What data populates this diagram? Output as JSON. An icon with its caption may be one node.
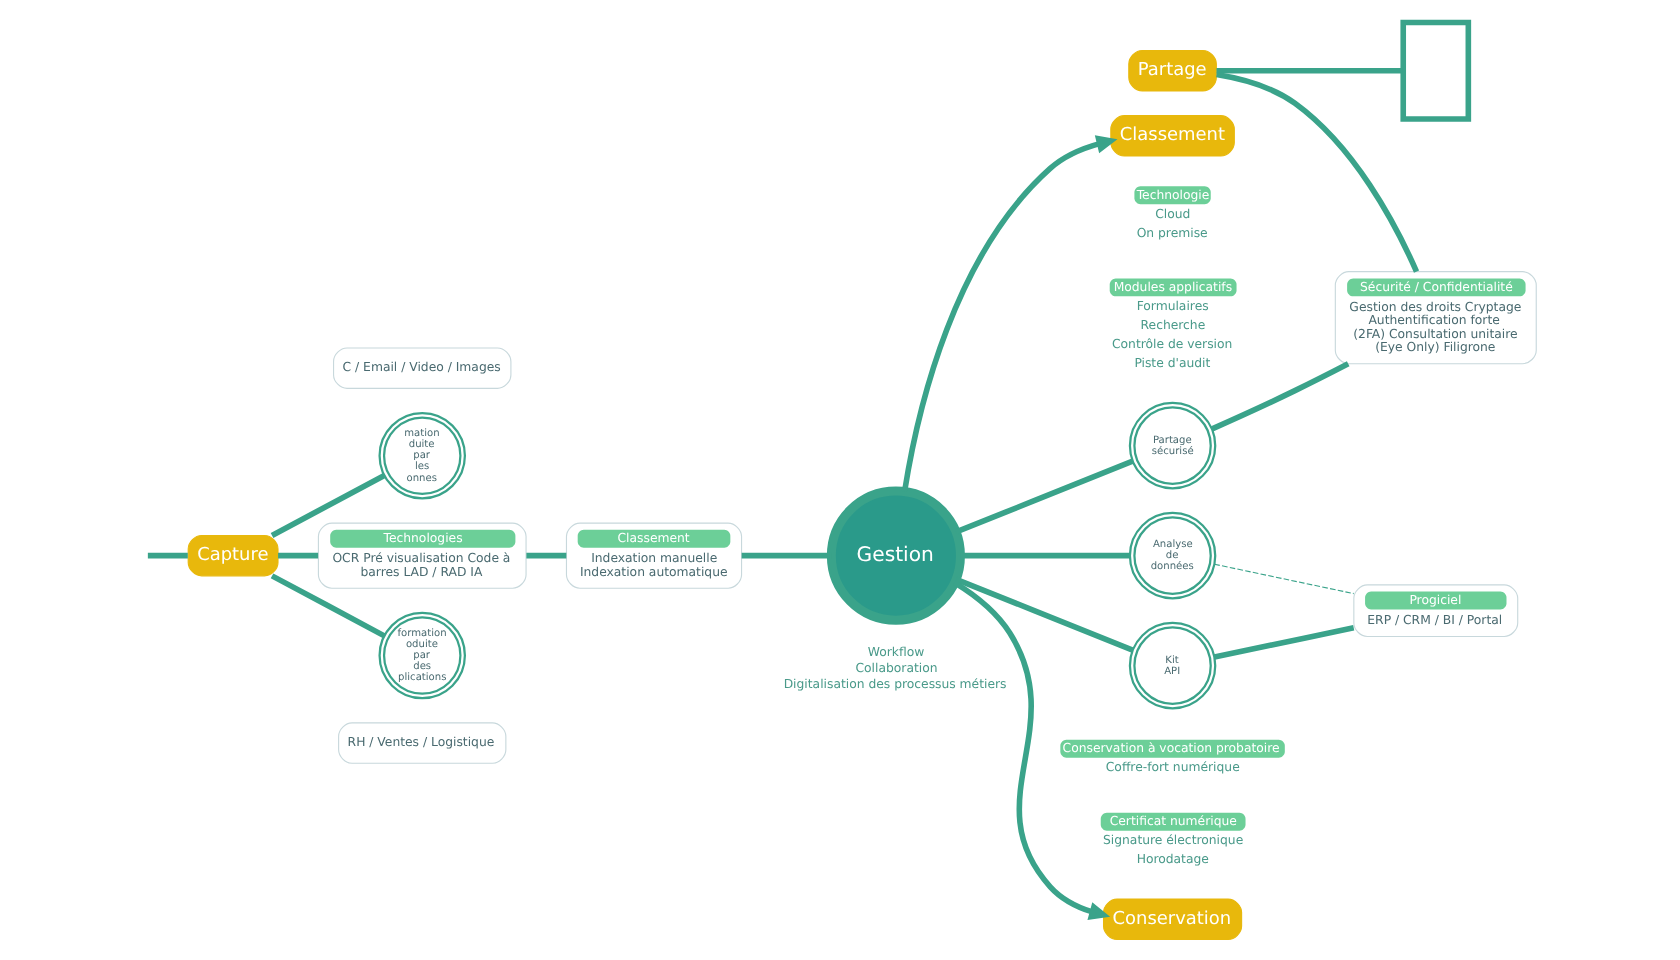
{
  "diagram": {
    "nodes": [
      {
        "text": [
          "Classement"
        ]
      },
      {
        "text": [
          "Technologie"
        ],
        "beside": [
          "Cloud",
          "On premise"
        ]
      },
      {
        "text": [
          "Modules applicatifs"
        ],
        "beside": [
          "Formulaires",
          "Recherche",
          "Contrôle de version",
          "Piste d'audit"
        ]
      },
      {
        "text": [],
        "shape": "box"
      },
      {
        "text": [
          "Partage"
        ]
      },
      {
        "text": [
          "Sécurité / Confidentialité",
          "Gestion des droits Cryptage Authentification forte  (2FA) Consultation unitaire (Eye Only) Filigrone"
        ]
      },
      {
        "text": [
          "C / Email / Video / Images"
        ]
      },
      {
        "text": [
          "mation duite par les onnes"
        ]
      },
      {
        "text": [
          "Capture"
        ]
      },
      {
        "text": [
          "Technologies",
          "OCR Pré visualisation Code à barres LAD / RAD IA"
        ]
      },
      {
        "text": [
          "Classement",
          "Indexation manuelle Indexation automatique"
        ]
      },
      {
        "text": [
          "Gestion"
        ],
        "beside": [
          "Workflow",
          "Collaboration",
          "Digitalisation des processus métiers"
        ]
      },
      {
        "text": [
          "Partage sécurisé"
        ]
      },
      {
        "text": [
          "Analyse de données"
        ]
      },
      {
        "text": [
          "formation oduite par des plications"
        ]
      },
      {
        "text": [
          "RH / Ventes / Logistique"
        ]
      },
      {
        "text": [
          "Kit API"
        ]
      },
      {
        "text": [
          "Conservation à vocation probatoire"
        ],
        "beside": [
          "Coffre-fort numérique"
        ]
      },
      {
        "text": [
          "Certificat numérique"
        ],
        "beside": [
          "Signature électronique",
          "Horodatage"
        ]
      },
      {
        "text": [
          "Progiciel",
          "ERP / CRM / BI / Portal"
        ]
      },
      {
        "text": [
          "Conservation"
        ]
      }
    ],
    "edges": [
      {
        "from": 11,
        "to": 0,
        "arrow": "to"
      },
      {
        "from": 4,
        "to": 3,
        "arrow": "none"
      },
      {
        "from": 4,
        "to": 5,
        "arrow": "none"
      },
      {
        "from": 12,
        "to": 5,
        "arrow": "none"
      },
      {
        "from": null,
        "to": 8,
        "arrow": "none"
      },
      {
        "from": 8,
        "to": 7,
        "arrow": "none"
      },
      {
        "from": 8,
        "to": 14,
        "arrow": "none"
      },
      {
        "from": 8,
        "to": 9,
        "arrow": "none"
      },
      {
        "from": 9,
        "to": 10,
        "arrow": "none"
      },
      {
        "from": 10,
        "to": 11,
        "arrow": "none"
      },
      {
        "from": 11,
        "to": 12,
        "arrow": "none"
      },
      {
        "from": 11,
        "to": 13,
        "arrow": "none"
      },
      {
        "from": 11,
        "to": 16,
        "arrow": "none"
      },
      {
        "from": 16,
        "to": 19,
        "arrow": "none"
      },
      {
        "from": 13,
        "to": 19,
        "arrow": "none",
        "style": "dashed"
      },
      {
        "from": 11,
        "to": 20,
        "arrow": "to"
      }
    ]
  }
}
